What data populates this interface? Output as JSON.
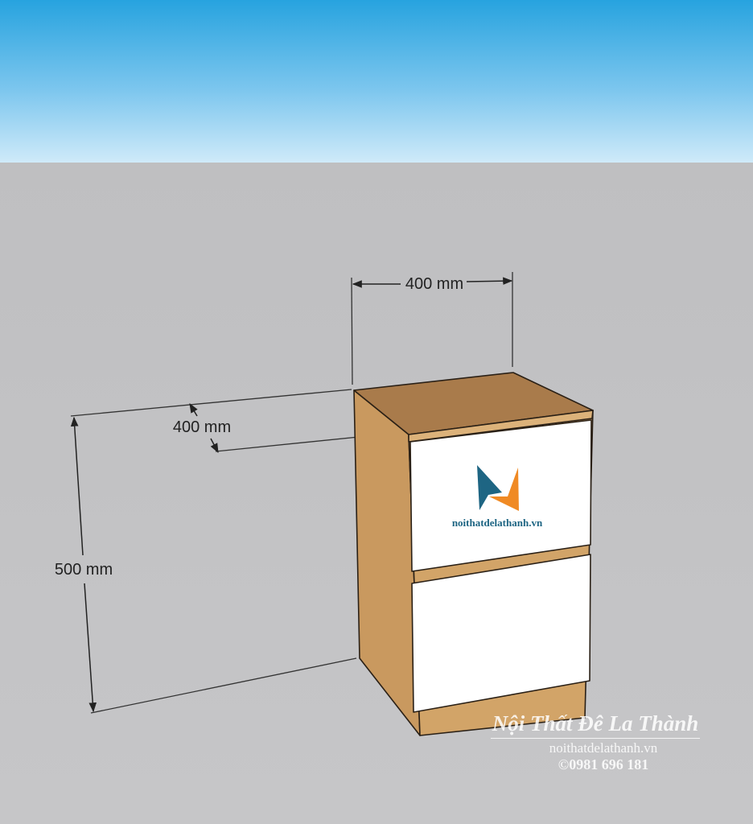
{
  "dimensions": {
    "width": "400 mm",
    "depth": "400 mm",
    "height": "500 mm"
  },
  "logo": {
    "text": "noithatdelathanh.vn",
    "colors": {
      "blue": "#1e6583",
      "orange": "#f08a24"
    }
  },
  "watermark": {
    "brand": "Nội Thất Đê La Thành",
    "website": "noithatdelathanh.vn",
    "phone": "©0981 696 181"
  },
  "colors": {
    "wood": "#c9995f",
    "wood_top": "#a87b4c",
    "drawer": "#ffffff"
  }
}
